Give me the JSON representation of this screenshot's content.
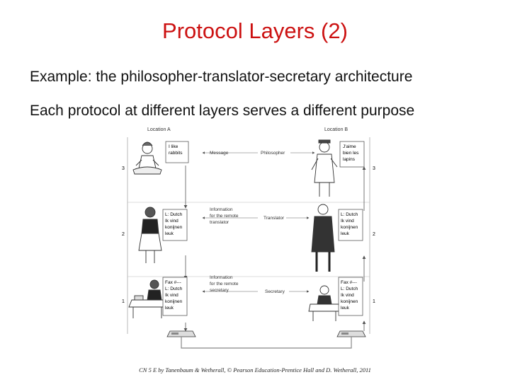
{
  "slide": {
    "title": "Protocol Layers (2)",
    "line1": "Example: the philosopher-translator-secretary architecture",
    "line2": "Each protocol at different layers serves a different purpose",
    "caption": "CN 5 E by Tanenbaum & Wetherall, © Pearson Education-Prentice Hall and D. Wetherall, 2011"
  },
  "diagram": {
    "location_a": "Location A",
    "location_b": "Location B",
    "layers": [
      {
        "number": "3",
        "role": "Philosopher",
        "peer_label": [
          "Message"
        ],
        "a_note": [
          "I like",
          "rabbits"
        ],
        "b_note": [
          "J'aime",
          "bien les",
          "lapins"
        ]
      },
      {
        "number": "2",
        "role": "Translator",
        "peer_label": [
          "Information",
          "for the remote",
          "translator"
        ],
        "a_note": [
          "L: Dutch",
          "Ik vind",
          "konijnen",
          "leuk"
        ],
        "b_note": [
          "L: Dutch",
          "Ik vind",
          "konijnen",
          "leuk"
        ]
      },
      {
        "number": "1",
        "role": "Secretary",
        "peer_label": [
          "Information",
          "for the remote",
          "secretary"
        ],
        "a_note": [
          "Fax #---",
          "L: Dutch",
          "Ik vind",
          "konijnen",
          "leuk"
        ],
        "b_note": [
          "Fax #---",
          "L: Dutch",
          "Ik vind",
          "konijnen",
          "leuk"
        ]
      }
    ],
    "colors": {
      "title": "#cc1111",
      "line": "#555555",
      "note_border": "#444444"
    }
  }
}
